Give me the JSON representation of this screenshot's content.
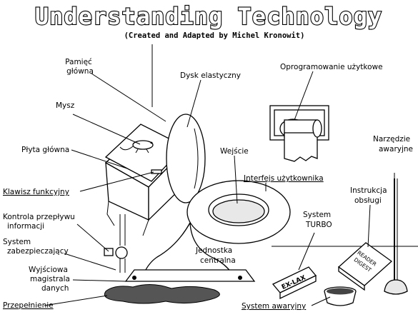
{
  "title": "Understanding Technology",
  "subtitle": "(Created and Adapted by Michel Kronowit)",
  "labels": {
    "pamiec_1": "Pamięć",
    "pamiec_2": "główna",
    "mysz": "Mysz",
    "plyta": "Płyta główna",
    "klawisz": "Klawisz funkcyjny",
    "kontrola_1": "Kontrola przepływu",
    "kontrola_2": "informacji",
    "system_zab_1": "System",
    "system_zab_2": "zabezpieczający",
    "wyjsciowa_1": "Wyjściowa",
    "wyjsciowa_2": "magistrala",
    "wyjsciowa_3": "danych",
    "przepelnienie": "Przepełnienie",
    "dysk": "Dysk elastyczny",
    "oprogramowanie": "Oprogramowanie użytkowe",
    "wejscie": "Wejście",
    "interfejs": "Interfejs użytkownika",
    "narzedzie_1": "Narzędzie",
    "narzedzie_2": "awaryjne",
    "instrukcja_1": "Instrukcja",
    "instrukcja_2": "obsługi",
    "turbo_1": "System",
    "turbo_2": "TURBO",
    "jednostka_1": "Jednostka",
    "jednostka_2": "centralna",
    "awaryjny": "System awaryjny"
  },
  "props": {
    "book_1": "READER",
    "book_2": "DIGEST",
    "box": "EX-LAX"
  }
}
